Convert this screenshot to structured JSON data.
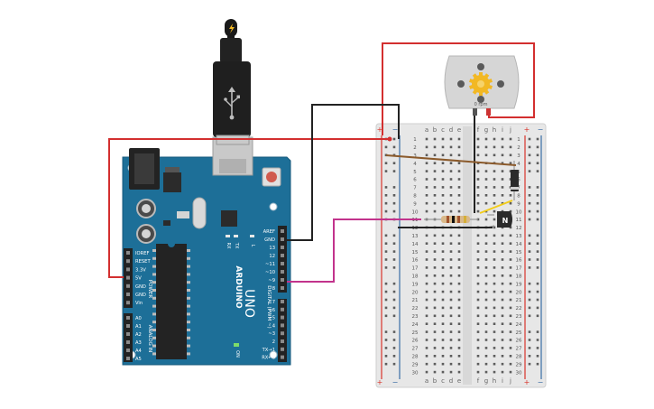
{
  "colors": {
    "arduino_board": "#1d6f98",
    "board_dark": "#17597b",
    "header_black": "#2a2a2a",
    "breadboard": "#e9e9e9",
    "rail_red": "#d9342b",
    "rail_blue": "#3a6ea5",
    "wire_red": "#d32f2f",
    "wire_black": "#222222",
    "wire_magenta": "#c2338c",
    "wire_brown": "#8b5a2b",
    "wire_yellow": "#f2cc1b",
    "motor_body": "#d6d6d6",
    "motor_gear": "#f2b824",
    "usb_black": "#1f1f1f",
    "usb_metal": "#c8c8c8"
  },
  "arduino": {
    "brand": "ARDUINO",
    "model": "UNO",
    "power_header_title": "POWER",
    "analog_header_title": "ANALOG IN",
    "digital_header_title": "DIGITAL (PWM ~)",
    "on_label": "ON",
    "led_labels": [
      "RX",
      "TX",
      "L"
    ],
    "power_pins": [
      "IOREF",
      "RESET",
      "3.3V",
      "5V",
      "GND",
      "GND",
      "Vin"
    ],
    "analog_pins": [
      "A0",
      "A1",
      "A2",
      "A3",
      "A4",
      "A5"
    ],
    "digital_pins_top": [
      "AREF",
      "GND",
      "13",
      "12",
      "~11",
      "~10",
      "~9",
      "8"
    ],
    "digital_pins_bottom": [
      "7",
      "~6",
      "~5",
      "4",
      "~3",
      "2",
      "TX→1",
      "RX←0"
    ]
  },
  "breadboard": {
    "columns_left": [
      "a",
      "b",
      "c",
      "d",
      "e"
    ],
    "columns_right": [
      "f",
      "g",
      "h",
      "i",
      "j"
    ],
    "rail_plus": "+",
    "rail_minus": "−",
    "row_count": 30
  },
  "motor": {
    "readout": "0 rpm"
  },
  "transistor": {
    "label": "N"
  },
  "usb_icon": "usb-icon",
  "bolt_icon": "lightning-bolt-icon"
}
